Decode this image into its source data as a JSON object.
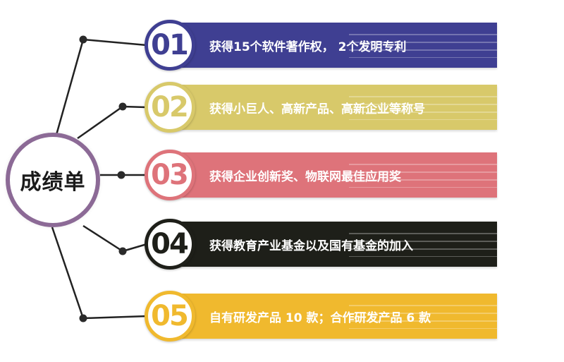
{
  "center": {
    "label": "成绩单",
    "color": "#8c6a96"
  },
  "items": [
    {
      "number": "01",
      "text": "获得15个软件著作权， 2个发明专利",
      "color": "#3f3f92"
    },
    {
      "number": "02",
      "text": "获得小巨人、高新产品、高新企业等称号",
      "color": "#d8c96a"
    },
    {
      "number": "03",
      "text": "获得企业创新奖、物联网最佳应用奖",
      "color": "#de737a"
    },
    {
      "number": "04",
      "text": "获得教育产业基金以及国有基金的加入",
      "color": "#1e1f19"
    },
    {
      "number": "05",
      "text": "自有研发产品 10 款；合作研发产品 6 款",
      "color": "#f0b92e"
    }
  ]
}
